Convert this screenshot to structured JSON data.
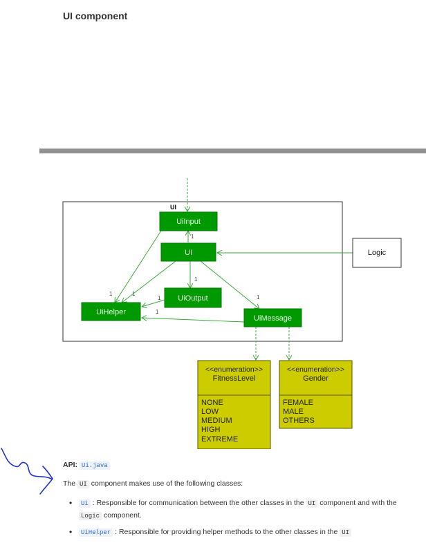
{
  "heading": "UI component",
  "diagram": {
    "package_label": "UI",
    "classes": {
      "uiinput": "UiInput",
      "ui": "UI",
      "uioutput": "UiOutput",
      "uihelper": "UiHelper",
      "uimessage": "UiMessage",
      "logic": "Logic"
    },
    "multiplicity": "1",
    "enums": {
      "fitness": {
        "stereotype": "<<enumeration>>",
        "name": "FitnessLevel",
        "values": [
          "NONE",
          "LOW",
          "MEDIUM",
          "HIGH",
          "EXTREME"
        ]
      },
      "gender": {
        "stereotype": "<<enumeration>>",
        "name": "Gender",
        "values": [
          "FEMALE",
          "MALE",
          "OTHERS"
        ]
      }
    },
    "colors": {
      "class_fill": "#009900",
      "enum_fill": "#cccc00",
      "arrow": "#39a839"
    }
  },
  "api": {
    "label": "API:",
    "file": "Ui.java"
  },
  "intro": {
    "before": "The",
    "code": "UI",
    "after": "component makes use of the following classes:"
  },
  "bullets": [
    {
      "code": "Ui",
      "text1": ": Responsible for communication between the other classes in the",
      "code2": "UI",
      "text2": "component and with the",
      "code3": "Logic",
      "text3": "component."
    },
    {
      "code": "UiHelper",
      "text1": ": Responsible for providing helper methods to the other classes in the",
      "code2": "UI"
    }
  ],
  "annotation_color": "#1e2fd6"
}
